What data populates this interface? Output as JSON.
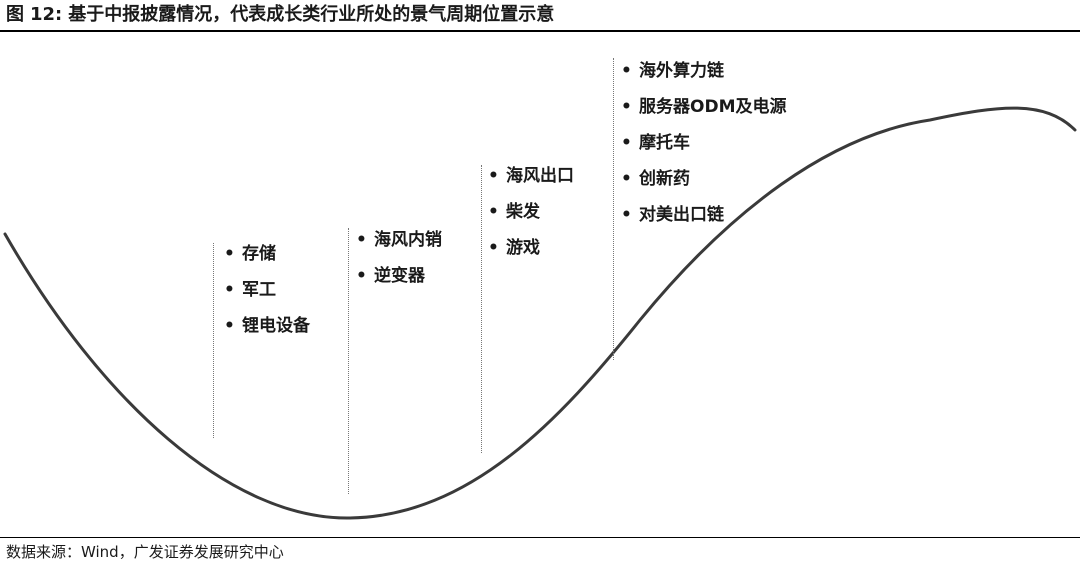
{
  "figure": {
    "label": "图",
    "number": "12:",
    "title": "基于中报披露情况，代表成长类行业所处的景气周期位置示意"
  },
  "stages": [
    {
      "items": [
        "存储",
        "军工",
        "锂电设备"
      ]
    },
    {
      "items": [
        "海风内销",
        "逆变器"
      ]
    },
    {
      "items": [
        "海风出口",
        "柴发",
        "游戏"
      ]
    },
    {
      "items": [
        "海外算力链",
        "服务器ODM及电源",
        "摩托车",
        "创新药",
        "对美出口链"
      ]
    }
  ],
  "bullet": "•",
  "source": "数据来源：Wind，广发证券发展研究中心",
  "colors": {
    "curve": "#3a3a3a",
    "divider": "#777777",
    "rule": "#000000"
  }
}
